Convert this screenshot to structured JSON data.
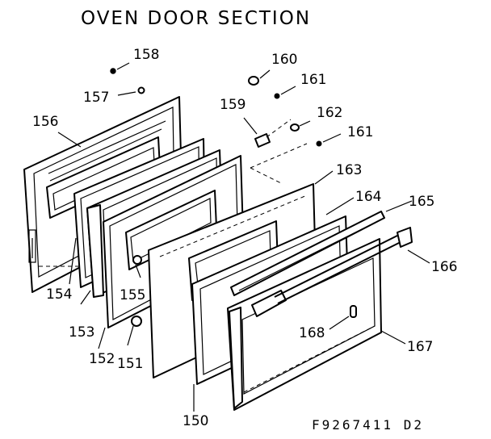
{
  "diagram": {
    "title": "OVEN DOOR SECTION",
    "figure_number": "F9267411 D2",
    "labels": {
      "p150": "150",
      "p151": "151",
      "p152": "152",
      "p153": "153",
      "p154": "154",
      "p155": "155",
      "p156": "156",
      "p157": "157",
      "p158": "158",
      "p159": "159",
      "p160": "160",
      "p161a": "161",
      "p161b": "161",
      "p162": "162",
      "p163": "163",
      "p164": "164",
      "p165": "165",
      "p166": "166",
      "p167": "167",
      "p168": "168"
    }
  }
}
